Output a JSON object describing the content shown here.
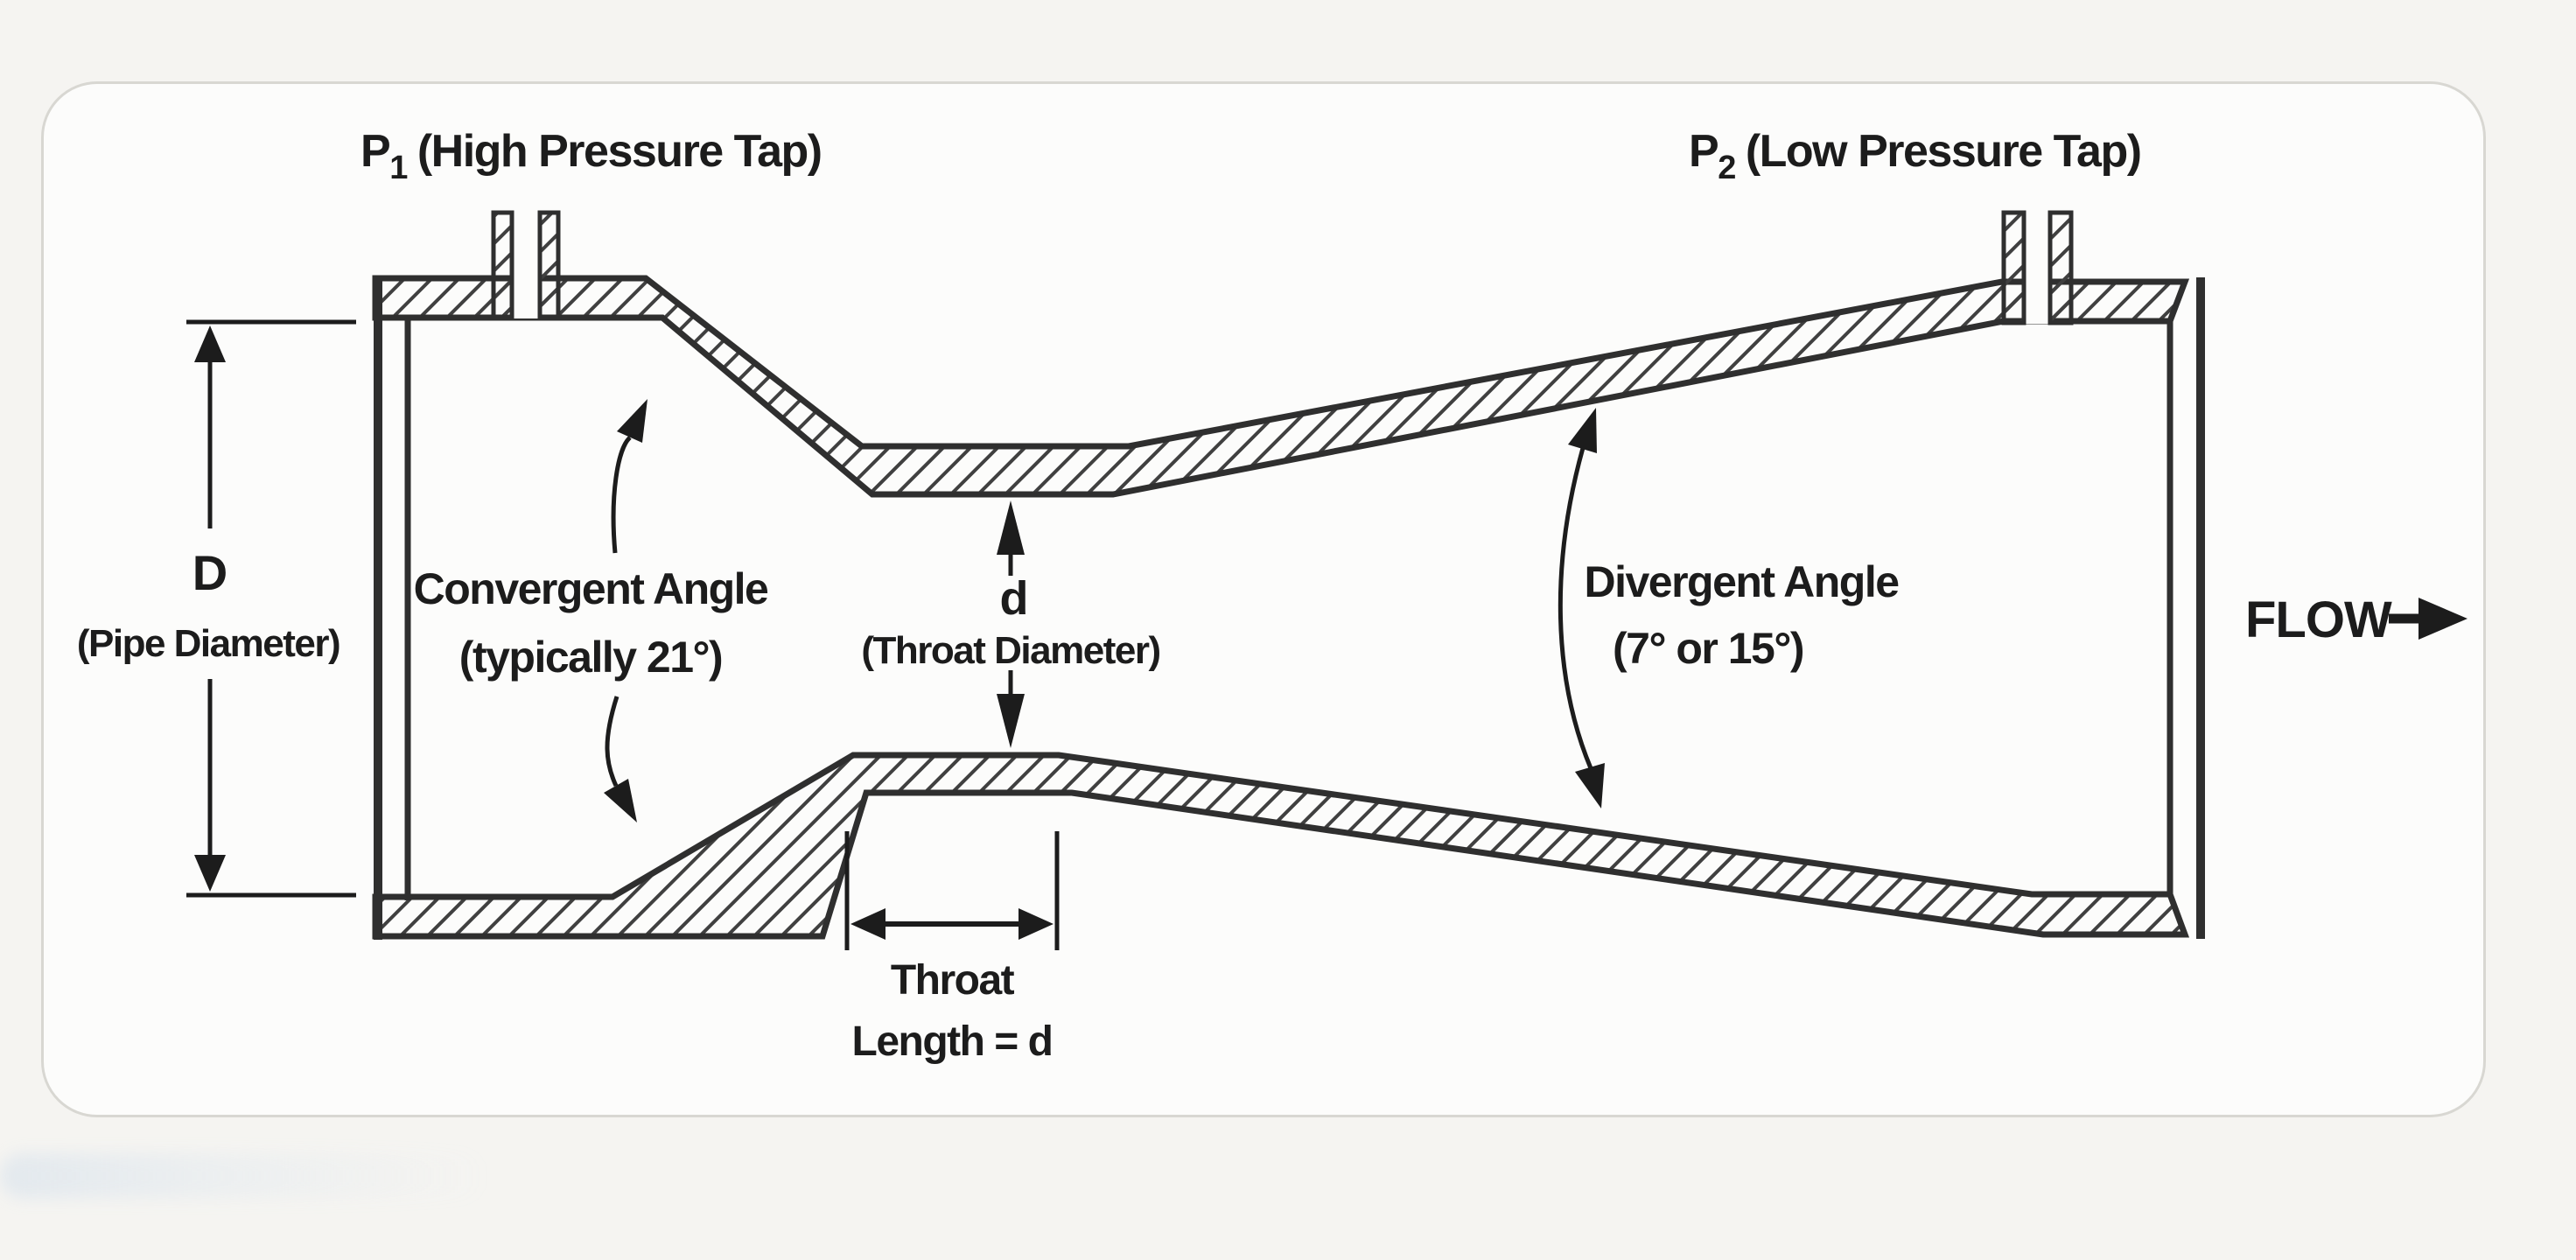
{
  "colors": {
    "ink": "#1c1c1c",
    "wall_line": "#2f2f2f",
    "hatch": "#404040",
    "page_background": "#f5f4f1",
    "card_background": "#fcfcfb",
    "card_border": "#d8d7d2",
    "watermark": "#cfdcec"
  },
  "labels": {
    "p1": {
      "symbol": "P",
      "subscript": "1",
      "text": "(High Pressure Tap)"
    },
    "p2": {
      "symbol": "P",
      "subscript": "2",
      "text": "(Low Pressure Tap)"
    },
    "pipe_diameter": {
      "symbol": "D",
      "caption": "(Pipe Diameter)"
    },
    "throat_diameter": {
      "symbol": "d",
      "caption": "(Throat Diameter)"
    },
    "convergent_angle": {
      "line1": "Convergent Angle",
      "line2": "(typically 21°)"
    },
    "divergent_angle": {
      "line1": "Divergent Angle",
      "line2": "(7° or 15°)"
    },
    "throat_length": {
      "line1": "Throat",
      "line2": "Length = d"
    },
    "flow": "FLOW"
  }
}
